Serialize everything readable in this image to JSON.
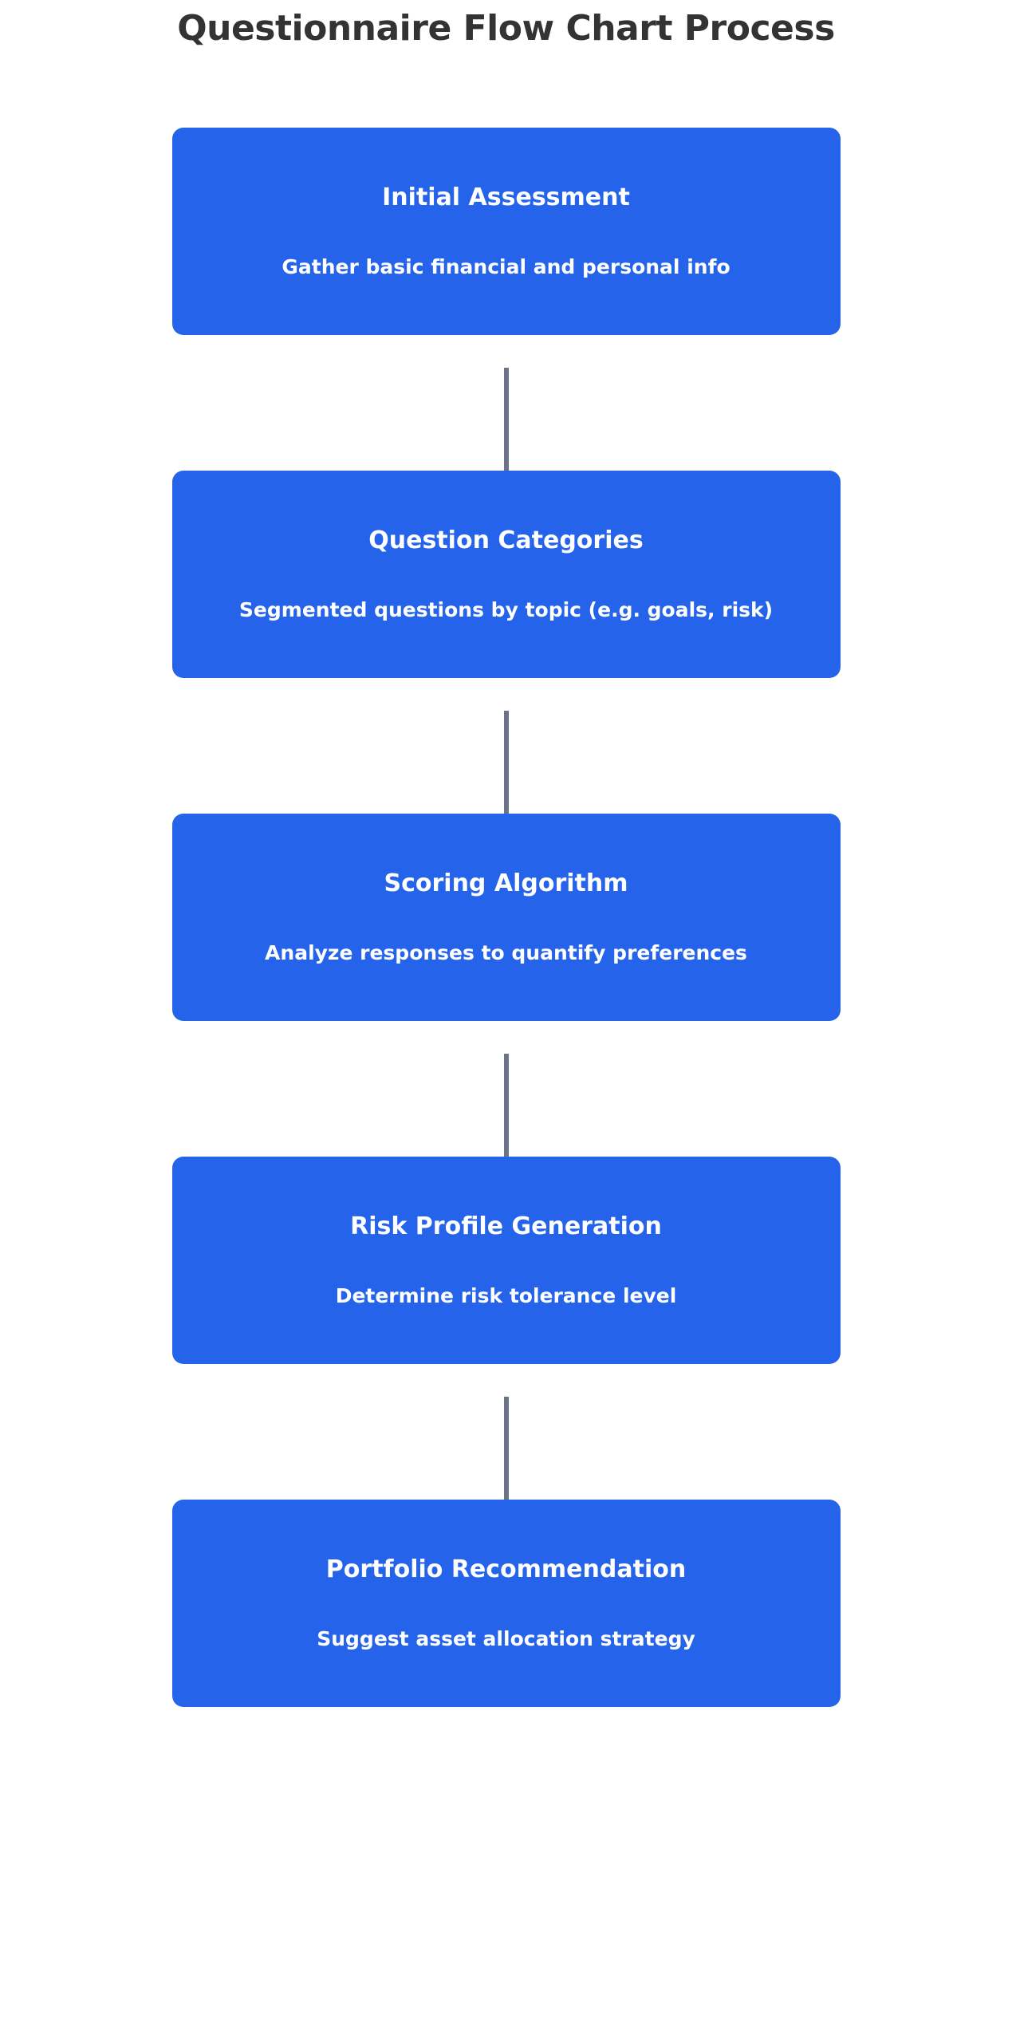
{
  "page": {
    "title": "Questionnaire Flow Chart Process",
    "background_color": "#ffffff",
    "title_color": "#333333"
  },
  "theme": {
    "node_fill": "#2563eb",
    "node_text": "#ffffff",
    "connector_color": "#6b7587"
  },
  "chart_data": {
    "type": "diagram",
    "diagram_type": "vertical-flowchart",
    "title": "Questionnaire Flow Chart Process",
    "orientation": "top-to-bottom",
    "node_count": 5,
    "nodes": [
      {
        "id": "initial-assessment",
        "order": 1,
        "title": "Initial Assessment",
        "description": "Gather basic financial and personal info"
      },
      {
        "id": "question-categories",
        "order": 2,
        "title": "Question Categories",
        "description": "Segmented questions by topic (e.g. goals, risk)"
      },
      {
        "id": "scoring-algorithm",
        "order": 3,
        "title": "Scoring Algorithm",
        "description": "Analyze responses to quantify preferences"
      },
      {
        "id": "risk-profile-generation",
        "order": 4,
        "title": "Risk Profile Generation",
        "description": "Determine risk tolerance level"
      },
      {
        "id": "portfolio-recommendation",
        "order": 5,
        "title": "Portfolio Recommendation",
        "description": "Suggest asset allocation strategy"
      }
    ],
    "edges": [
      {
        "from": "initial-assessment",
        "to": "question-categories",
        "label": ""
      },
      {
        "from": "question-categories",
        "to": "scoring-algorithm",
        "label": ""
      },
      {
        "from": "scoring-algorithm",
        "to": "risk-profile-generation",
        "label": ""
      },
      {
        "from": "risk-profile-generation",
        "to": "portfolio-recommendation",
        "label": ""
      }
    ]
  }
}
